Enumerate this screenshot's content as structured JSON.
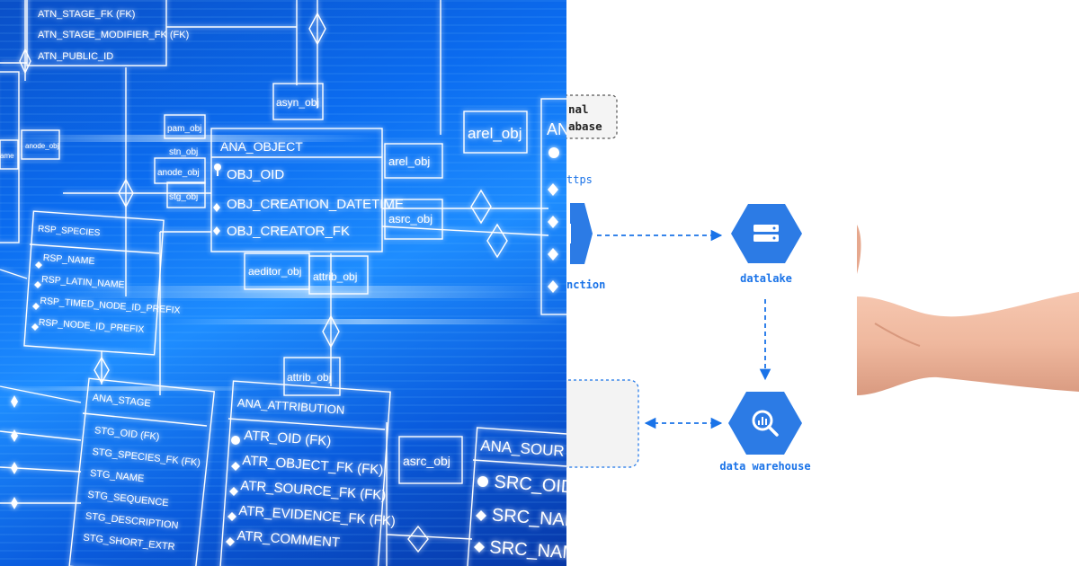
{
  "er_diagram": {
    "entities": {
      "stage_fk": {
        "rows": [
          "ATN_STAGE_FK (FK)",
          "ATN_STAGE_MODIFIER_FK (FK)",
          "ATN_PUBLIC_ID"
        ]
      },
      "ana_object": {
        "title": "ANA_OBJECT",
        "rows": [
          "OBJ_OID",
          "OBJ_CREATION_DATETIME",
          "OBJ_CREATOR_FK"
        ]
      },
      "rsp_species": {
        "title": "RSP_SPECIES",
        "rows": [
          "RSP_NAME",
          "RSP_LATIN_NAME",
          "RSP_TIMED_NODE_ID_PREFIX",
          "RSP_NODE_ID_PREFIX"
        ]
      },
      "ana_stage": {
        "title": "ANA_STAGE",
        "rows": [
          "STG_OID (FK)",
          "STG_SPECIES_FK (FK)",
          "STG_NAME",
          "STG_SEQUENCE",
          "STG_DESCRIPTION",
          "STG_SHORT_EXTR"
        ]
      },
      "ana_attribution": {
        "title": "ANA_ATTRIBUTION",
        "rows": [
          "ATR_OID (FK)",
          "ATR_OBJECT_FK (FK)",
          "ATR_SOURCE_FK (FK)",
          "ATR_EVIDENCE_FK (FK)",
          "ATR_COMMENT"
        ]
      },
      "ana_source": {
        "title": "ANA_SOUR",
        "rows": [
          "SRC_OID",
          "SRC_NAM",
          "SRC_NAM"
        ]
      },
      "ana_partial": {
        "title": "AN"
      }
    },
    "tags": {
      "asyn_obj": "asyn_obj",
      "arel_obj_big": "arel_obj",
      "arel_obj": "arel_obj",
      "asrc_obj": "asrc_obj",
      "asrc_obj_2": "asrc_obj",
      "aeditor_obj": "aeditor_obj",
      "attrib_obj": "attrib_obj",
      "attrib_obj_2": "attrib_obj",
      "anode_obj": "anode_obj",
      "anode_obj_2": "anode_obj",
      "pam_obj": "pam_obj",
      "stg_obj": "stg_obj",
      "stn_obj": "stn_obj",
      "ame": "ame"
    }
  },
  "architecture": {
    "database_box": [
      "nal",
      "abase"
    ],
    "https_label": "ttps",
    "function_label": "nction",
    "datalake_label": "datalake",
    "warehouse_label": "data warehouse",
    "colors": {
      "accent": "#1a73e8",
      "hexagon": "#2c7be5",
      "dashed_box_fill": "#f3f3f3"
    },
    "icons": {
      "datalake": "storage-icon",
      "warehouse": "bigquery-magnifier-icon"
    }
  },
  "photo": {
    "subject": "hand-arm"
  }
}
